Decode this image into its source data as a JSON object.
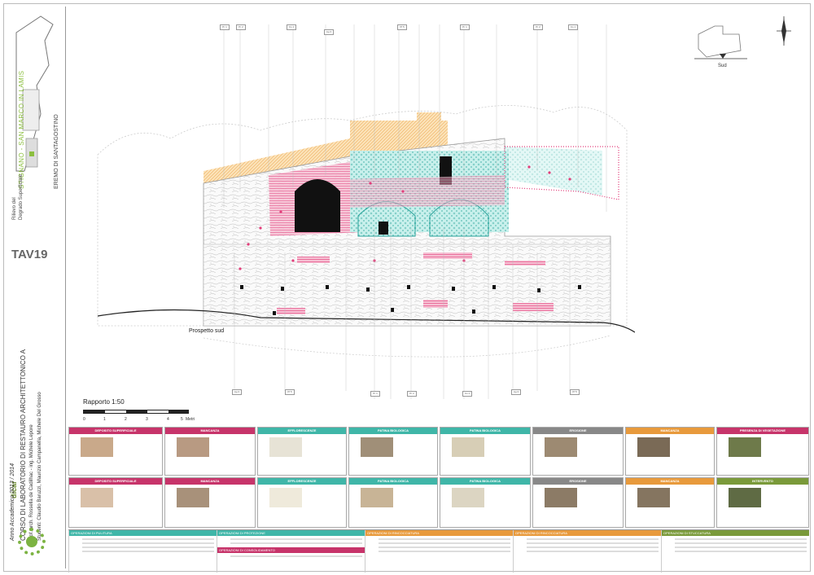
{
  "sheet": {
    "code": "TAV19",
    "site": "STIGNANO - SAN MARCO IN LAMIS",
    "building": "EREMO DI SANTAGOSTINO",
    "subject": "Rilievo del\nDegrado Superficiale",
    "view_label": "Prospetto sud",
    "scale_label": "Rapporto 1:50",
    "scale_ticks": [
      "0",
      "1",
      "2",
      "3",
      "4",
      "5"
    ],
    "scale_unit": "Metri",
    "orientation_label": "Sud"
  },
  "credits": {
    "logo": "dicar",
    "academic_year": "Anno Accademico 2013 / 2014",
    "course": "CORSO DI LABORATORIO DI RESTAURO ARCHITETTONICO A",
    "professors": "prof. arch. Rossella de Cadilhac - ing. Michele Lepore",
    "students": "Studenti: Claudio Baruzzi, Maurizio Campanella, Michele Del Grosso"
  },
  "legend": [
    {
      "title": "DEPOSITO SUPERFICIALE",
      "color": "#c7346a"
    },
    {
      "title": "MANCANZA",
      "color": "#c7346a"
    },
    {
      "title": "EFFLORESCENZE",
      "color": "#3fb6a8"
    },
    {
      "title": "PATINA BIOLOGICA",
      "color": "#3fb6a8"
    },
    {
      "title": "EROSIONE",
      "color": "#888888"
    },
    {
      "title": "MANCANZA",
      "color": "#e89a3c"
    },
    {
      "title": "PRESENZA DI VEGETAZIONE",
      "color": "#c7346a"
    },
    {
      "title": "INTERVENTO",
      "color": "#7a9a3a"
    }
  ],
  "operations": [
    {
      "title": "OPERAZIONI DI PULITURA",
      "color": "#3fb6a8"
    },
    {
      "title": "OPERAZIONI DI PROTEZIONE",
      "color": "#3fb6a8"
    },
    {
      "title": "OPERAZIONI DI CONSOLIDAMENTO",
      "color": "#c7346a"
    },
    {
      "title": "OPERAZIONI DI RINCOCCIATURA",
      "color": "#e89a3c"
    },
    {
      "title": "OPERAZIONI DI STUCCATURA",
      "color": "#7a9a3a"
    }
  ],
  "tag_sample": [
    "Pr 1",
    "Pr 2",
    "Cs 1",
    "Ag 3",
    "Pf 5"
  ],
  "colors": {
    "magenta": "#e23d7a",
    "cyan": "#45c7c0",
    "orange": "#f0a844",
    "green": "#8cbf3f"
  }
}
